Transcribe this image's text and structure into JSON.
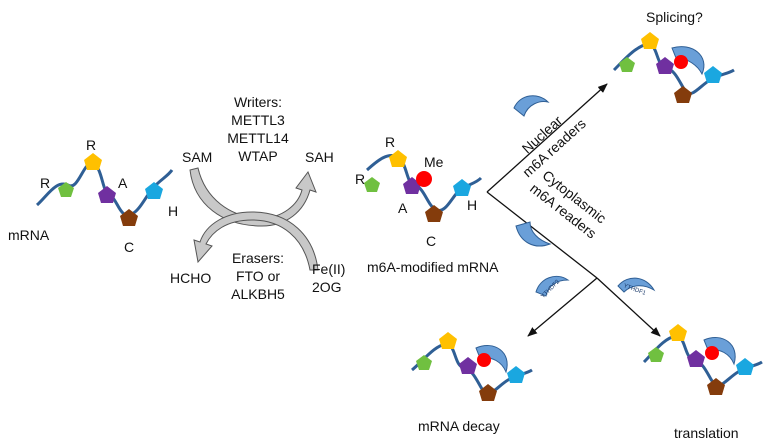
{
  "colors": {
    "strand": "#2f5f95",
    "pentagon_yellow": "#ffc000",
    "pentagon_purple": "#7030a0",
    "pentagon_green": "#70c040",
    "pentagon_blue": "#1aa7e0",
    "pentagon_brown": "#843c0c",
    "methyl_red": "#ff0000",
    "reader_blue": "#6a9fd8",
    "arrow_gray": "#bfbfbf"
  },
  "mrna": {
    "label": "mRNA",
    "base_r1": "R",
    "base_r2": "R",
    "base_a": "A",
    "base_c": "C",
    "base_h": "H"
  },
  "reaction": {
    "writers_title": "Writers:",
    "writer_1": "METTL3",
    "writer_2": "METTL14",
    "writer_3": "WTAP",
    "sam": "SAM",
    "sah": "SAH",
    "erasers_title": "Erasers:",
    "eraser_1": "FTO or",
    "eraser_2": "ALKBH5",
    "hcho": "HCHO",
    "fe": "Fe(II)",
    "og": "2OG"
  },
  "modified": {
    "label": "m6A-modified mRNA",
    "methyl": "Me",
    "base_r1": "R",
    "base_r2": "R",
    "base_a": "A",
    "base_c": "C",
    "base_h": "H"
  },
  "branches": {
    "nuclear_line1": "Nuclear",
    "nuclear_line2": "m6A readers",
    "cyto_line1": "Cytoplasmic",
    "cyto_line2": "m6A readers",
    "ythdf2": "YTHDF2",
    "ythdf1": "YTHDF1"
  },
  "outcomes": {
    "splicing": "Splicing?",
    "decay": "mRNA decay",
    "translation": "translation"
  }
}
